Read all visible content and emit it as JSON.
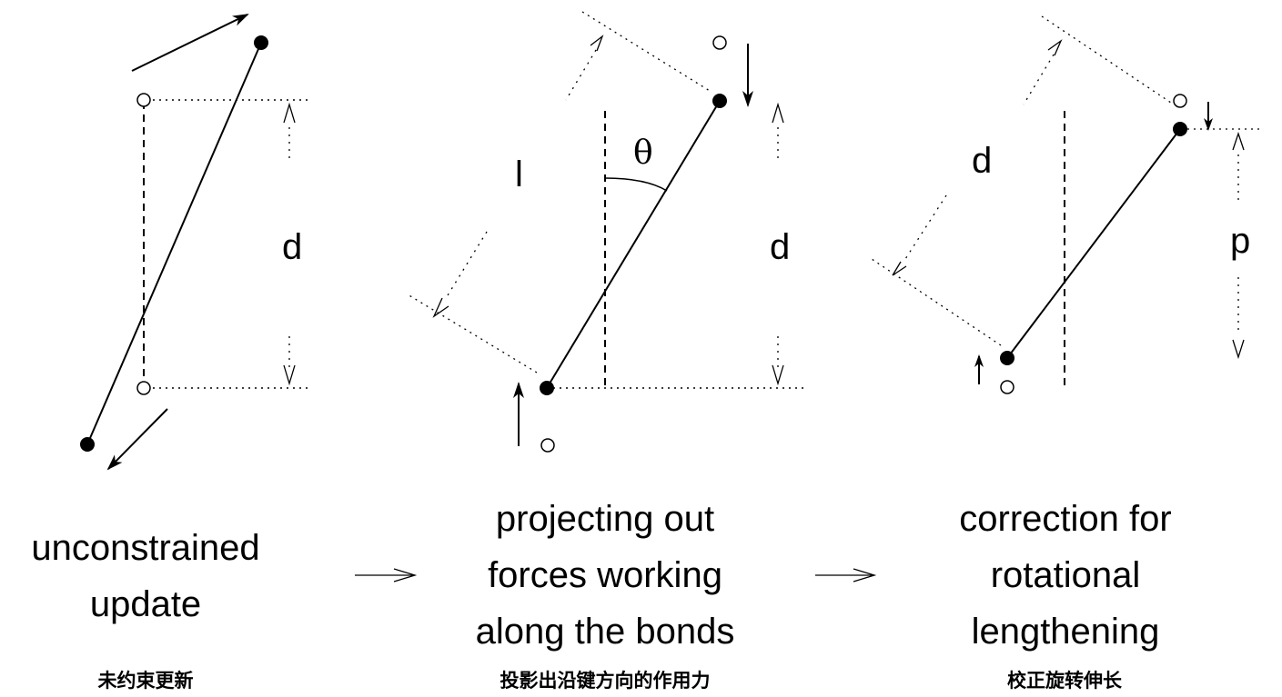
{
  "panels": [
    {
      "symbols": {
        "d": "d"
      },
      "caption_lines": [
        "unconstrained",
        "update"
      ],
      "subcaption": "未约束更新"
    },
    {
      "symbols": {
        "l": "l",
        "theta": "θ",
        "d": "d"
      },
      "caption_lines": [
        "projecting out",
        "forces working",
        "along the bonds"
      ],
      "subcaption": "投影出沿键方向的作用力"
    },
    {
      "symbols": {
        "d": "d",
        "p": "p"
      },
      "caption_lines": [
        "correction for",
        "rotational",
        "lengthening"
      ],
      "subcaption": "校正旋转伸长"
    }
  ]
}
